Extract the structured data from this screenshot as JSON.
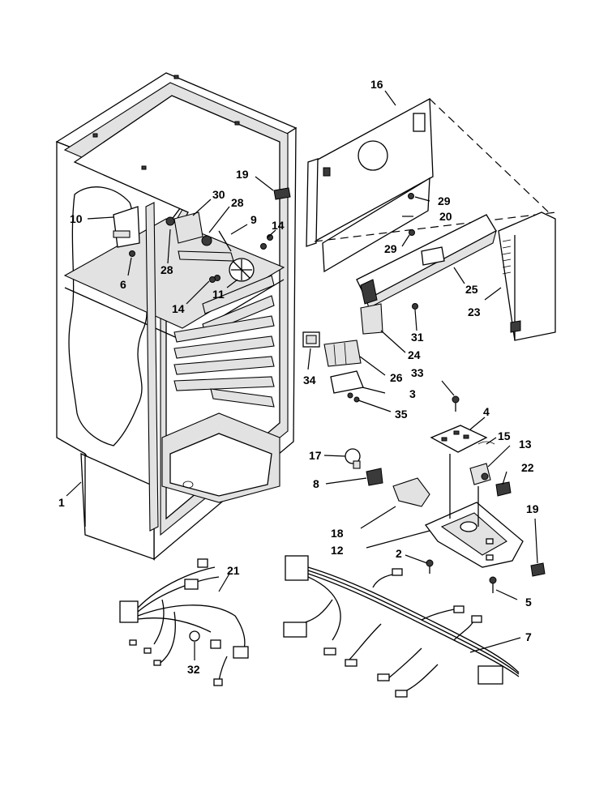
{
  "callouts": {
    "c1": "1",
    "c2": "2",
    "c3": "3",
    "c4": "4",
    "c5": "5",
    "c6": "6",
    "c7": "7",
    "c8": "8",
    "c9": "9",
    "c10": "10",
    "c11": "11",
    "c12": "12",
    "c13": "13",
    "c14a": "14",
    "c14b": "14",
    "c15": "15",
    "c16": "16",
    "c17": "17",
    "c18": "18",
    "c19a": "19",
    "c19b": "19",
    "c20": "20",
    "c21": "21",
    "c22": "22",
    "c23": "23",
    "c24": "24",
    "c25": "25",
    "c26": "26",
    "c28a": "28",
    "c28b": "28",
    "c29a": "29",
    "c29b": "29",
    "c30": "30",
    "c31": "31",
    "c32": "32",
    "c33": "33",
    "c34": "34",
    "c35": "35"
  },
  "icons": {
    "cabinet": "refrigerator-liner-icon",
    "harness_main": "wire-harness-icon",
    "harness_small": "wire-harness-icon"
  }
}
